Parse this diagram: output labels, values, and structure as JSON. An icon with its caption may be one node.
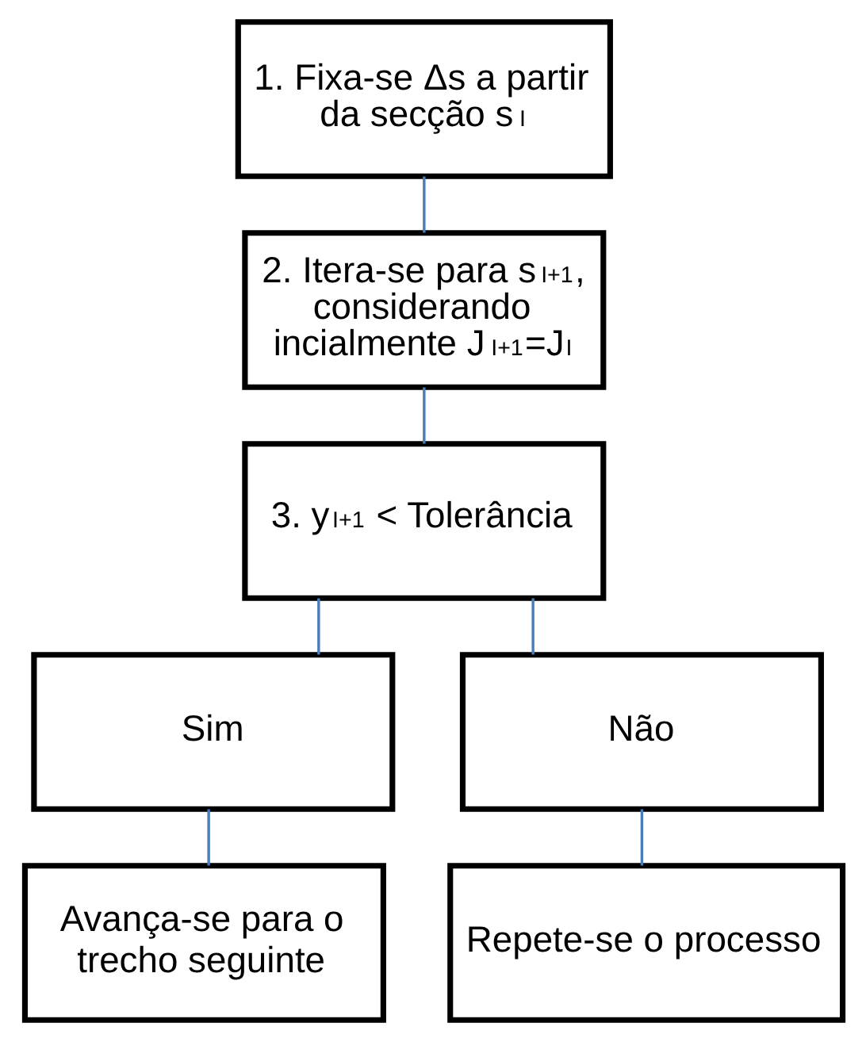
{
  "diagram": {
    "nodes": [
      {
        "text": [
          "1. Fixa-se Δs a partir da secção s$_{I}$"
        ]
      },
      {
        "text": [
          "2. Itera-se para s$_{I+1}$, considerando incialmente J$_{I+1}$=J$_{I}$"
        ]
      },
      {
        "text": [
          "3. y$_{I+1}$ < Tolerância"
        ]
      },
      {
        "text": [
          "Sim"
        ]
      },
      {
        "text": [
          "Não"
        ]
      },
      {
        "text": [
          "Avança-se para o trecho seguinte"
        ]
      },
      {
        "text": [
          "Repete-se o processo"
        ]
      }
    ],
    "edges": [
      {
        "from": 0,
        "to": 1,
        "arrow": "none"
      },
      {
        "from": 1,
        "to": 2,
        "arrow": "none"
      },
      {
        "from": 2,
        "to": 3,
        "arrow": "none"
      },
      {
        "from": 2,
        "to": 4,
        "arrow": "none"
      },
      {
        "from": 3,
        "to": 5,
        "arrow": "none"
      },
      {
        "from": 4,
        "to": 6,
        "arrow": "none"
      }
    ]
  }
}
